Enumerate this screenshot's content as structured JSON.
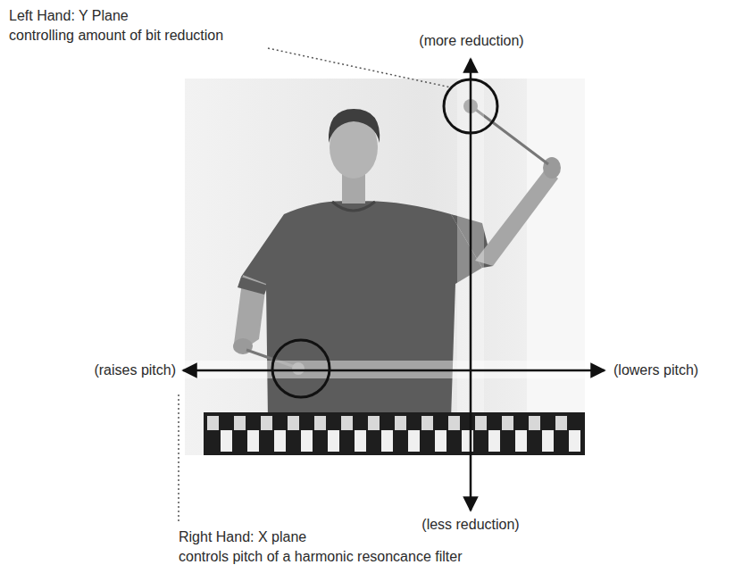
{
  "diagram": {
    "labels": [
      "Left Hand: Y Plane",
      "controlling amount of bit reduction",
      "(more reduction)",
      "(raises pitch)",
      "(lowers pitch)",
      "(less reduction)",
      "Right Hand:  X plane",
      "controls pitch of a harmonic resoncance filter"
    ]
  }
}
